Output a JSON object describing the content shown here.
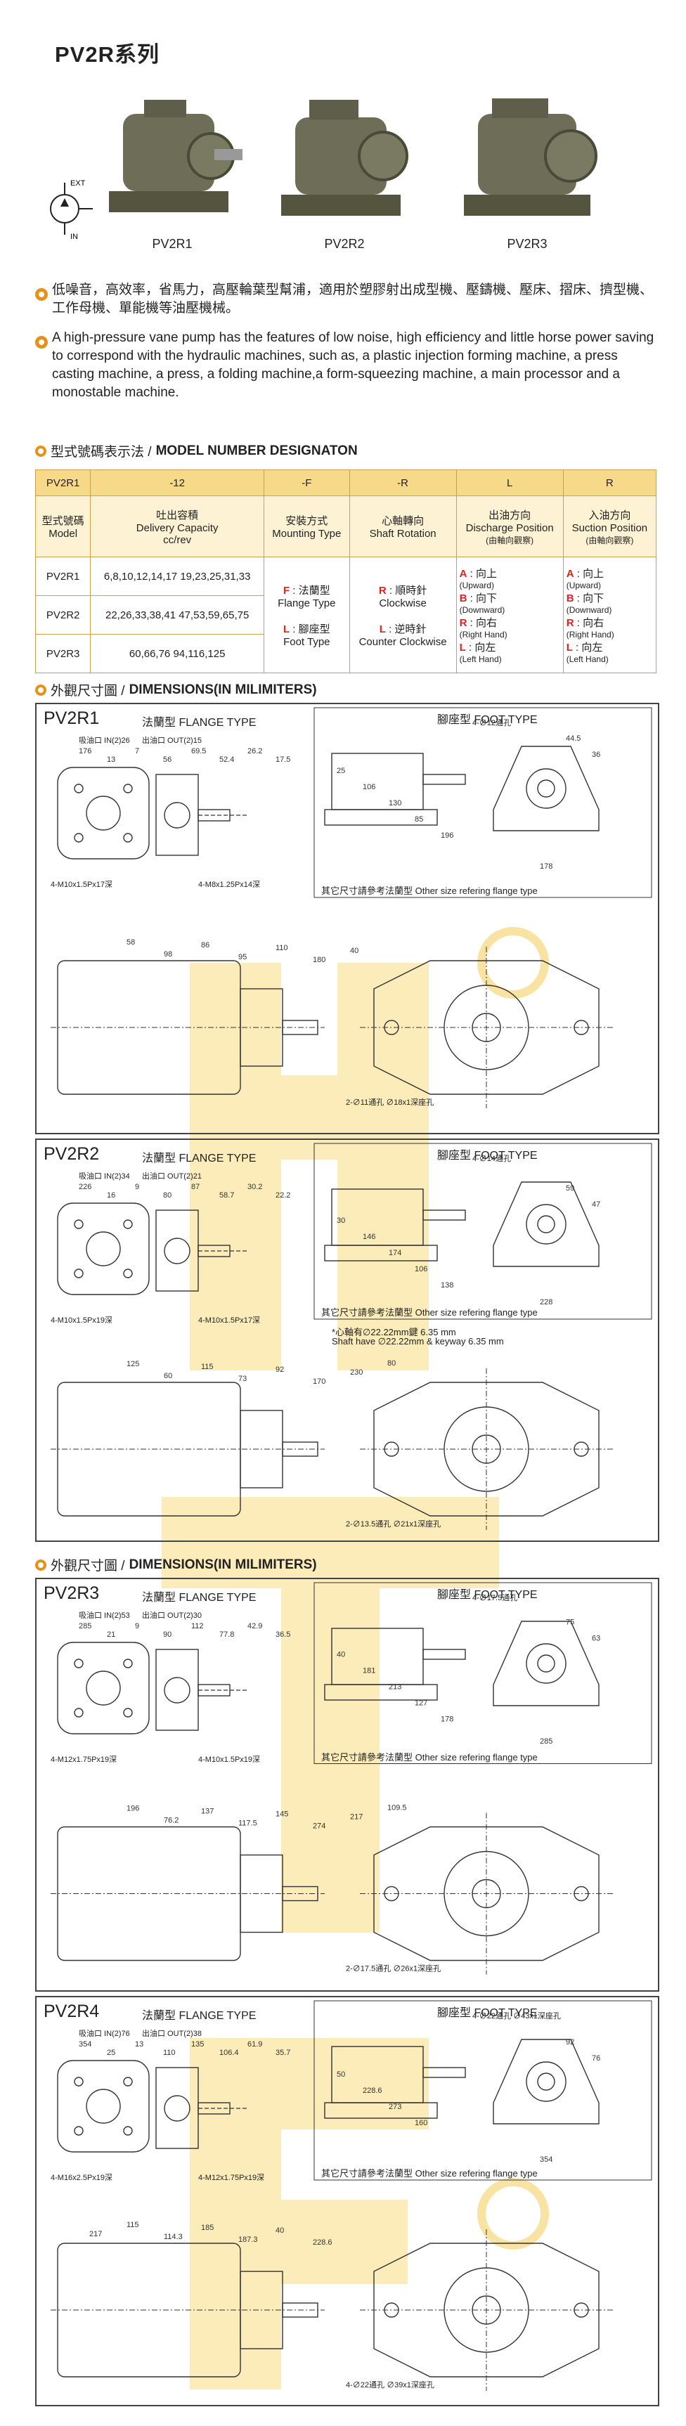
{
  "title": "PV2R系列",
  "models": [
    "PV2R1",
    "PV2R2",
    "PV2R3"
  ],
  "symbol_labels": {
    "top": "EXT",
    "bottom": "IN"
  },
  "description_cn": "低噪音，高效率，省馬力，高壓輪葉型幫浦，適用於塑膠射出成型機、壓鑄機、壓床、摺床、擠型機、工作母機、單能機等油壓機械。",
  "description_en": "A high-pressure vane pump has the features of low noise, high efficiency and little horse power saving to correspond with the hydraulic machines, such as, a plastic injection forming machine, a press casting machine, a press, a folding machine,a form-squeezing machine, a main processor and a monostable machine.",
  "model_number": {
    "heading_cn": "型式號碼表示法 /",
    "heading_en": "MODEL NUMBER DESIGNATON",
    "codes": [
      "PV2R1",
      "-12",
      "-F",
      "-R",
      "L",
      "R"
    ],
    "headers": [
      {
        "cn": "型式號碼",
        "en": "Model"
      },
      {
        "cn": "吐出容積",
        "en": "Delivery Capacity",
        "unit": "cc/rev"
      },
      {
        "cn": "安裝方式",
        "en": "Mounting Type"
      },
      {
        "cn": "心軸轉向",
        "en": "Shaft Rotation"
      },
      {
        "cn": "出油方向",
        "en": "Discharge Position",
        "note": "(由軸向觀察)"
      },
      {
        "cn": "入油方向",
        "en": "Suction Position",
        "note": "(由軸向觀察)"
      }
    ],
    "rows": [
      {
        "model": "PV2R1",
        "capacity": "6,8,10,12,14,17 19,23,25,31,33"
      },
      {
        "model": "PV2R2",
        "capacity": "22,26,33,38,41 47,53,59,65,75"
      },
      {
        "model": "PV2R3",
        "capacity": "60,66,76 94,116,125"
      }
    ],
    "mounting": [
      {
        "code": "F",
        "cn": "法蘭型",
        "en": "Flange Type"
      },
      {
        "code": "L",
        "cn": "腳座型",
        "en": "Foot Type"
      }
    ],
    "rotation": [
      {
        "code": "R",
        "cn": "順時針",
        "en": "Clockwise"
      },
      {
        "code": "L",
        "cn": "逆時針",
        "en": "Counter Clockwise"
      }
    ],
    "positions": [
      {
        "code": "A",
        "cn": "向上",
        "en": "(Upward)"
      },
      {
        "code": "B",
        "cn": "向下",
        "en": "(Downward)"
      },
      {
        "code": "R",
        "cn": "向右",
        "en": "(Right Hand)"
      },
      {
        "code": "L",
        "cn": "向左",
        "en": "(Left Hand)"
      }
    ]
  },
  "dimensions_heading": {
    "cn": "外觀尺寸圖 /",
    "en": "DIMENSIONS(IN MILIMITERS)"
  },
  "panels": [
    {
      "name": "PV2R1",
      "flange_label": "法蘭型  FLANGE TYPE",
      "foot_label": "腳座型  FOOT TYPE",
      "note": "其它尺寸請參考法蘭型  Other size refering flange type",
      "labels": [
        "吸油口 IN(2)26",
        "出油口 OUT(2)15",
        "4-M10x1.5Px17深",
        "4-M8x1.25Px14深",
        "2-∅11通孔 ∅18x1深座孔",
        "4-∅12通孔"
      ],
      "dims": [
        "176",
        "13",
        "7",
        "56",
        "69.5",
        "52.4",
        "26.2",
        "17.5",
        "178",
        "44.5",
        "36",
        "25",
        "106",
        "130",
        "85",
        "196",
        "58",
        "98",
        "86",
        "95",
        "110",
        "180",
        "40"
      ]
    },
    {
      "name": "PV2R2",
      "flange_label": "法蘭型  FLANGE TYPE",
      "foot_label": "腳座型  FOOT TYPE",
      "note": "其它尺寸請參考法蘭型  Other size refering flange type",
      "note2": "*心軸有∅22.22mm鍵 6.35 mm",
      "note3": "Shaft have ∅22.22mm & keyway 6.35 mm",
      "labels": [
        "吸油口 IN(2)34",
        "出油口 OUT(2)21",
        "4-M10x1.5Px19深",
        "4-M10x1.5Px17深",
        "2-∅13.5通孔 ∅21x1深座孔",
        "4-∅14通孔"
      ],
      "dims": [
        "226",
        "16",
        "9",
        "80",
        "87",
        "58.7",
        "30.2",
        "22.2",
        "228",
        "59",
        "47",
        "30",
        "146",
        "174",
        "106",
        "138",
        "125",
        "60",
        "115",
        "73",
        "92",
        "170",
        "230",
        "80"
      ]
    },
    {
      "name": "PV2R3",
      "flange_label": "法蘭型  FLANGE TYPE",
      "foot_label": "腳座型  FOOT TYPE",
      "note": "其它尺寸請參考法蘭型  Other size refering flange type",
      "labels": [
        "吸油口 IN(2)53",
        "出油口 OUT(2)30",
        "4-M12x1.75Px19深",
        "4-M10x1.5Px19深",
        "2-∅17.5通孔 ∅26x1深座孔",
        "4-∅17.5通孔"
      ],
      "dims": [
        "285",
        "21",
        "9",
        "90",
        "112",
        "77.8",
        "42.9",
        "36.5",
        "285",
        "75",
        "63",
        "40",
        "181",
        "213",
        "127",
        "178",
        "196",
        "76.2",
        "137",
        "117.5",
        "145",
        "274",
        "217",
        "109.5"
      ]
    },
    {
      "name": "PV2R4",
      "flange_label": "法蘭型  FLANGE TYPE",
      "foot_label": "腳座型  FOOT TYPE",
      "note": "其它尺寸請參考法蘭型  Other size refering flange type",
      "labels": [
        "吸油口 IN(2)76",
        "出油口 OUT(2)38",
        "4-M16x2.5Px19深",
        "4-M12x1.75Px19深",
        "4-∅22通孔 ∅39x1深座孔",
        "4-∅22通孔 ∅43x1深座孔"
      ],
      "dims": [
        "354",
        "25",
        "13",
        "110",
        "135",
        "106.4",
        "61.9",
        "35.7",
        "354",
        "92",
        "76",
        "50",
        "228.6",
        "273",
        "160",
        "217",
        "115",
        "114.3",
        "185",
        "187.3",
        "40",
        "228.6"
      ]
    }
  ],
  "colors": {
    "accent": "#e8901a",
    "watermark": "#f5c93f",
    "pump_body": "#6d6d58"
  },
  "icons": [
    "pump-photo",
    "hydraulic-symbol",
    "bullet-icon",
    "section-dot-icon",
    "watermark-logo"
  ]
}
